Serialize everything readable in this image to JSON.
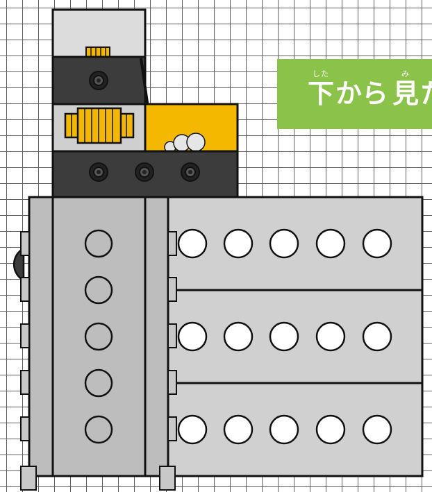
{
  "banner": {
    "word1": {
      "kanji": "下",
      "ruby": "した"
    },
    "middle": "から",
    "word2": {
      "kanji": "見",
      "ruby": "み"
    },
    "tail": "た"
  },
  "colors": {
    "grid_line": "#5f5f5f",
    "dark_block": "#3c3c3c",
    "light_gray": "#c8c8c8",
    "mid_gray": "#bdbdbd",
    "panel_gray": "#d0d0d0",
    "gear_yellow": "#f5b800",
    "outline": "#111111",
    "banner_green": "#8bc34a"
  }
}
